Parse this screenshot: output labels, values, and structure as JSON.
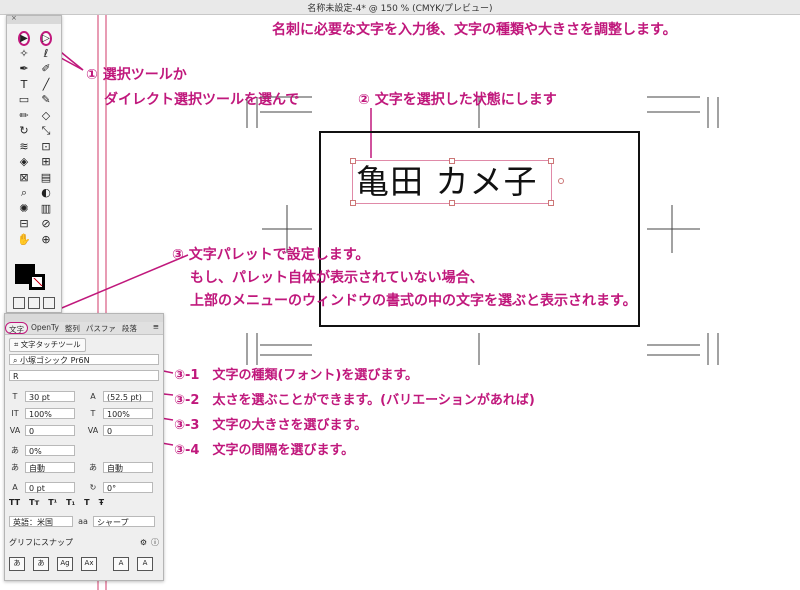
{
  "window": {
    "title": "名称未設定-4* @ 150 % (CMYK/プレビュー)"
  },
  "toolbar": {
    "tools": [
      {
        "name": "selection-tool-icon",
        "glyph": "▶",
        "circled": true
      },
      {
        "name": "direct-selection-tool-icon",
        "glyph": "▷",
        "circled": true
      },
      {
        "name": "magic-wand-icon",
        "glyph": "✧",
        "circled": false
      },
      {
        "name": "lasso-icon",
        "glyph": "ℓ",
        "circled": false
      },
      {
        "name": "pen-tool-icon",
        "glyph": "✒",
        "circled": false
      },
      {
        "name": "curvature-icon",
        "glyph": "✐",
        "circled": false
      },
      {
        "name": "type-tool-icon",
        "glyph": "T",
        "circled": false
      },
      {
        "name": "line-tool-icon",
        "glyph": "╱",
        "circled": false
      },
      {
        "name": "rectangle-tool-icon",
        "glyph": "▭",
        "circled": false
      },
      {
        "name": "paintbrush-icon",
        "glyph": "✎",
        "circled": false
      },
      {
        "name": "pencil-icon",
        "glyph": "✏",
        "circled": false
      },
      {
        "name": "eraser-icon",
        "glyph": "◇",
        "circled": false
      },
      {
        "name": "rotate-icon",
        "glyph": "↻",
        "circled": false
      },
      {
        "name": "scale-icon",
        "glyph": "⤡",
        "circled": false
      },
      {
        "name": "warp-icon",
        "glyph": "≋",
        "circled": false
      },
      {
        "name": "free-transform-icon",
        "glyph": "⊡",
        "circled": false
      },
      {
        "name": "shape-builder-icon",
        "glyph": "◈",
        "circled": false
      },
      {
        "name": "perspective-icon",
        "glyph": "⊞",
        "circled": false
      },
      {
        "name": "mesh-icon",
        "glyph": "⊠",
        "circled": false
      },
      {
        "name": "gradient-icon",
        "glyph": "▤",
        "circled": false
      },
      {
        "name": "eyedropper-icon",
        "glyph": "⌕",
        "circled": false
      },
      {
        "name": "blend-icon",
        "glyph": "◐",
        "circled": false
      },
      {
        "name": "symbol-sprayer-icon",
        "glyph": "✺",
        "circled": false
      },
      {
        "name": "graph-icon",
        "glyph": "▥",
        "circled": false
      },
      {
        "name": "artboard-icon",
        "glyph": "⊟",
        "circled": false
      },
      {
        "name": "slice-icon",
        "glyph": "⊘",
        "circled": false
      },
      {
        "name": "hand-icon",
        "glyph": "✋",
        "circled": false
      },
      {
        "name": "zoom-icon",
        "glyph": "⊕",
        "circled": false
      }
    ]
  },
  "character_panel": {
    "tabs": [
      "文字",
      "OpenTy",
      "整列",
      "パスファ",
      "段落"
    ],
    "touch_type_label": "文字タッチツール",
    "font_family": "小塚ゴシック Pr6N",
    "font_style": "R",
    "font_size": "30 pt",
    "leading": "(52.5 pt)",
    "vertical_scale": "100%",
    "horizontal_scale": "100%",
    "kerning": "0",
    "tracking": "0",
    "tsume": "0%",
    "aki_left": "自動",
    "aki_right": "自動",
    "baseline_shift": "0 pt",
    "rotation": "0°",
    "case_buttons": [
      "TT",
      "Tт",
      "T¹",
      "T₁",
      "T",
      "Ŧ"
    ],
    "language": "英語：米国",
    "antialias_icon": "aa",
    "antialias": "シャープ",
    "snap_label": "グリフにスナップ",
    "snap_buttons": [
      "あ",
      "あ",
      "Ag",
      "Ax",
      "A",
      "A"
    ]
  },
  "annotations": {
    "heading": "名刺に必要な文字を入力後、文字の種類や大きさを調整します。",
    "step1_line1": "① 選択ツールか",
    "step1_line2": "ダイレクト選択ツールを選んで",
    "step2": "② 文字を選択した状態にします",
    "step3_line1": "③ 文字パレットで設定します。",
    "step3_line2": "もし、パレット自体が表示されていない場合、",
    "step3_line3": "上部のメニューのウィンドウの書式の中の文字を選ぶと表示されます。",
    "step3_1": "③-1　文字の種類(フォント)を選びます。",
    "step3_2": "③-2　太さを選ぶことができます。(バリエーションがあれば)",
    "step3_3": "③-3　文字の大きさを選びます。",
    "step3_4": "③-4　文字の間隔を選びます。"
  },
  "card": {
    "text": "亀田 カメ子"
  },
  "colors": {
    "accent": "#c0187c"
  }
}
